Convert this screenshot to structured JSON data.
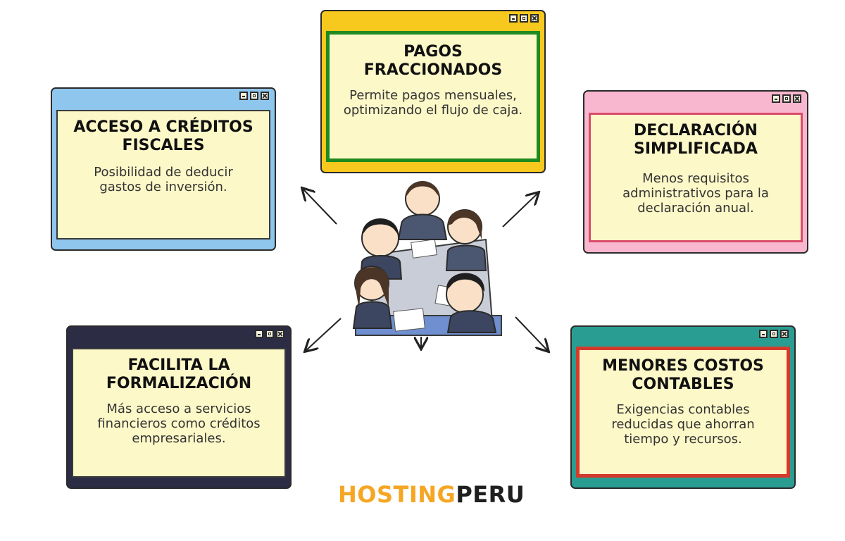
{
  "boxes": {
    "pagos": {
      "title": "PAGOS FRACCIONADOS",
      "desc": "Permite pagos mensuales, optimizando el flujo de caja.",
      "frame_color": "#f7c81e",
      "inner_border_color": "#1f8a1f"
    },
    "creditos": {
      "title": "ACCESO A CRÉDITOS FISCALES",
      "desc": "Posibilidad de deducir gastos de inversión.",
      "frame_color": "#8fc6ee",
      "inner_border_color": "#3b3b3b"
    },
    "declaracion": {
      "title": "DECLARACIÓN SIMPLIFICADA",
      "desc": "Menos requisitos administrativos para la declaración anual.",
      "frame_color": "#f9b6cf",
      "inner_border_color": "#d94c6a"
    },
    "formalizacion": {
      "title": "FACILITA LA FORMALIZACIÓN",
      "desc": "Más acceso a servicios financieros como créditos empresariales.",
      "frame_color": "#2c2c44",
      "inner_border_color": "#3b3b3b"
    },
    "costos": {
      "title": "MENORES COSTOS CONTABLES",
      "desc": "Exigencias contables reducidas que ahorran tiempo y recursos.",
      "frame_color": "#2a9d93",
      "inner_border_color": "#d43a2c"
    }
  },
  "logo": {
    "mark": "H",
    "accent_text": "OSTING",
    "main_text": "PERU",
    "accent_color": "#f5a623",
    "main_color": "#1f1f1f"
  },
  "icons": {
    "center": "business-meeting-illustration",
    "window_controls": [
      "minimize-icon",
      "maximize-icon",
      "close-icon"
    ]
  }
}
